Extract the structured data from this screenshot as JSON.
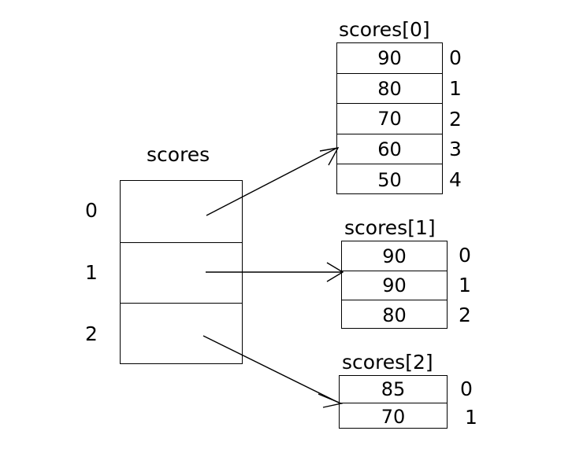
{
  "diagram": {
    "title_hidden": "Jagged array of scores",
    "outer_array": {
      "label": "scores",
      "index_labels": [
        "0",
        "1",
        "2"
      ],
      "cells": [
        "",
        "",
        ""
      ]
    },
    "inner_arrays": [
      {
        "label": "scores[0]",
        "values": [
          "90",
          "80",
          "70",
          "60",
          "50"
        ],
        "index_labels": [
          "0",
          "1",
          "2",
          "3",
          "4"
        ]
      },
      {
        "label": "scores[1]",
        "values": [
          "90",
          "90",
          "80"
        ],
        "index_labels": [
          "0",
          "1",
          "2"
        ]
      },
      {
        "label": "scores[2]",
        "values": [
          "85",
          "70"
        ],
        "index_labels": [
          "0",
          "1"
        ]
      }
    ],
    "arrows": [
      {
        "name": "arrow-scores-0",
        "from_cell": "0",
        "to_array": "scores[0]"
      },
      {
        "name": "arrow-scores-1",
        "from_cell": "1",
        "to_array": "scores[1]"
      },
      {
        "name": "arrow-scores-2",
        "from_cell": "2",
        "to_array": "scores[2]"
      }
    ],
    "colors": {
      "stroke": "#000000",
      "background": "#ffffff",
      "text": "#000000"
    }
  }
}
